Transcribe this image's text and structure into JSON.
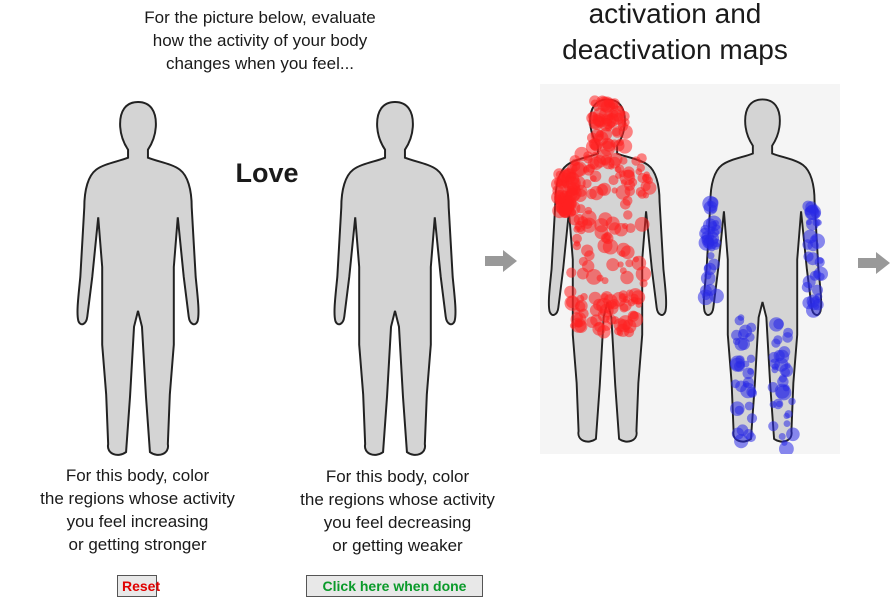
{
  "instruction": "For the picture below, evaluate\nhow the activity of your body\nchanges when you feel...",
  "maps_title": "activation and\ndeactivation maps",
  "emotion": "Love",
  "left_caption": "For this body, color\nthe regions whose activity\nyou feel increasing\nor getting stronger",
  "right_caption": "For this body, color\nthe regions whose activity\nyou feel decreasing\nor getting weaker",
  "reset_label": "Reset",
  "done_label": "Click here when done",
  "colors": {
    "body_fill": "#d4d4d4",
    "body_stroke": "#222222",
    "activation": "#ff2020",
    "deactivation": "#2a2ae6",
    "reset_text": "#e00000",
    "done_text": "#0a9a2a",
    "arrow": "#999999"
  }
}
